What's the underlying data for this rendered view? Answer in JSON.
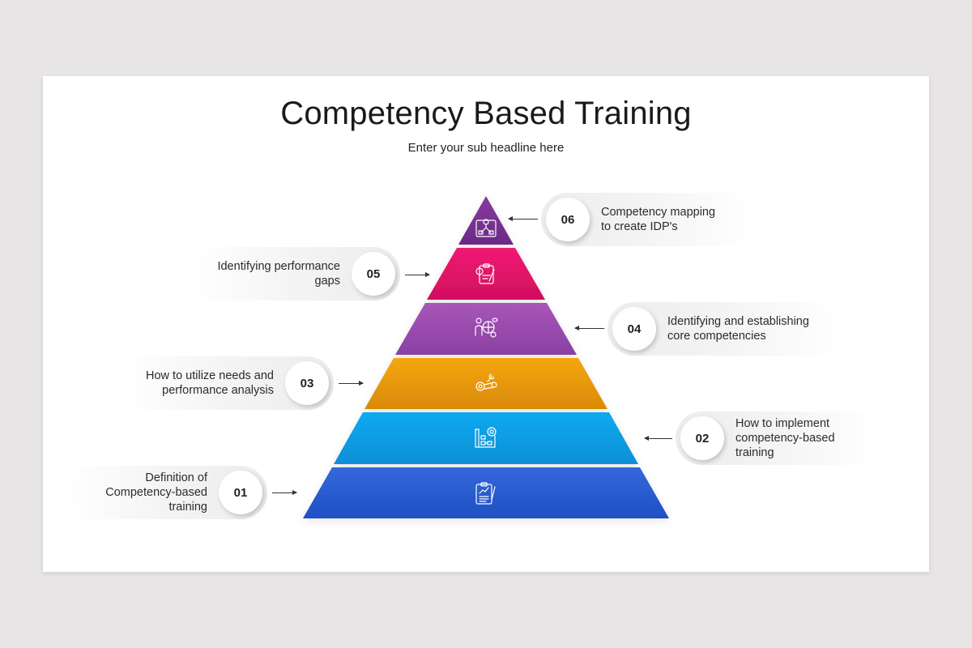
{
  "slide": {
    "title": "Competency Based Training",
    "subtitle": "Enter your sub headline here"
  },
  "colors": {
    "background": "#e7e5e6",
    "slide": "#ffffff",
    "level_06": "#7b3294",
    "level_05": "#e4176a",
    "level_04": "#9b4fb0",
    "level_03": "#f0a00a",
    "level_02": "#0ea5e9",
    "level_01": "#2b5fd8"
  },
  "levels": [
    {
      "number": "06",
      "label": "Competency mapping to create IDP's",
      "lines": [
        "Competency mapping",
        "to create IDP's"
      ],
      "icon": "workflow-blueprint-icon",
      "side": "right"
    },
    {
      "number": "05",
      "label": "Identifying performance gaps",
      "lines": [
        "Identifying performance",
        "gaps"
      ],
      "icon": "clipboard-gear-icon",
      "side": "left"
    },
    {
      "number": "04",
      "label": "Identifying and establishing core competencies",
      "lines": [
        "Identifying and establishing",
        "core competencies"
      ],
      "icon": "person-globe-icon",
      "side": "right"
    },
    {
      "number": "03",
      "label": "How to utilize needs and performance analysis",
      "lines": [
        "How to utilize needs and",
        "performance analysis"
      ],
      "icon": "gear-wrench-icon",
      "side": "left"
    },
    {
      "number": "02",
      "label": "How to implement competency-based training",
      "lines": [
        "How to implement",
        "competency-based",
        "training"
      ],
      "icon": "blueprint-gear-icon",
      "side": "right"
    },
    {
      "number": "01",
      "label": "Definition of Competency-based training",
      "lines": [
        "Definition of",
        "Competency-based",
        "training"
      ],
      "icon": "clipboard-chart-icon",
      "side": "left"
    }
  ]
}
